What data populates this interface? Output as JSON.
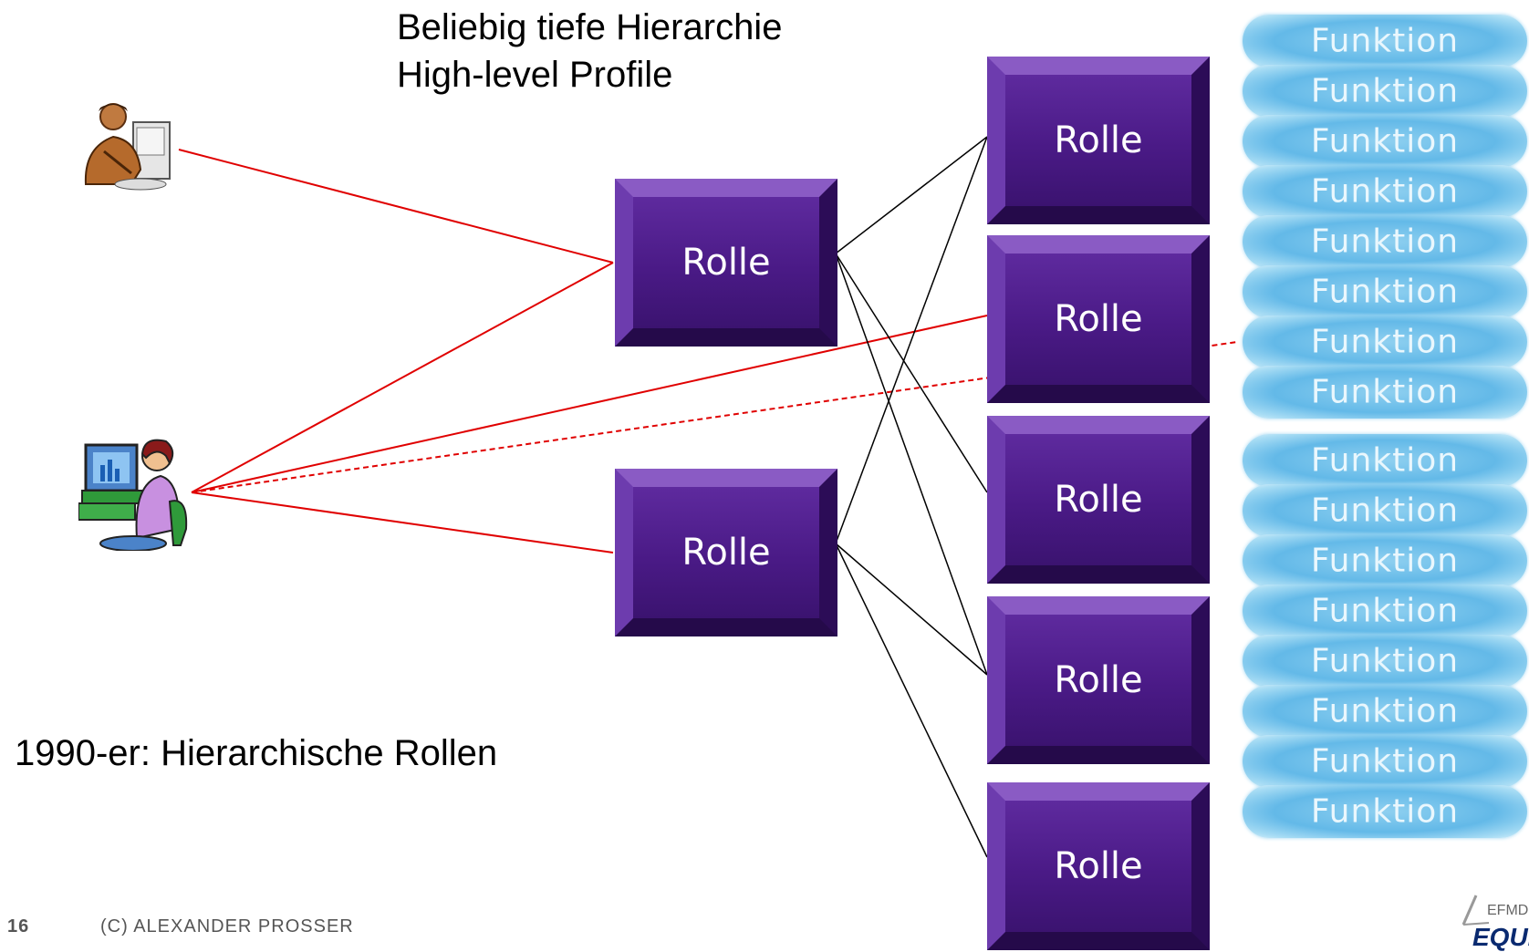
{
  "title": "Beliebig tiefe Hierarchie",
  "subtitle": "High-level Profile",
  "caption": "1990-er: Hierarchische Rollen",
  "footer": {
    "page_number": "16",
    "copyright": "(C) ALEXANDER PROSSER"
  },
  "logo": {
    "line1": "EFMD",
    "line2": "EQUIS"
  },
  "role_label": "Rolle",
  "function_label": "Funktion",
  "colors": {
    "role_box": "#4a1a86",
    "function_pill": "#63b9e8",
    "user_link": "#e00000",
    "role_link": "#000000"
  }
}
